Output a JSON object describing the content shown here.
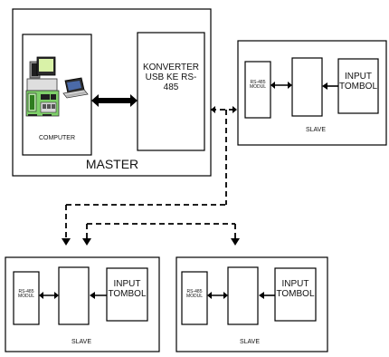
{
  "diagram": {
    "master": {
      "label": "MASTER",
      "computer_label": "COMPUTER",
      "converter_label": "KONVERTER\nUSB KE RS-\n485"
    },
    "slaves": [
      {
        "module_label": "RS-485\nMODUL",
        "input_label": "INPUT\nTOMBOL",
        "label": "SLAVE"
      },
      {
        "module_label": "RS-485\nMODUL",
        "input_label": "INPUT\nTOMBOL",
        "label": "SLAVE"
      },
      {
        "module_label": "RS-485\nMODUL",
        "input_label": "INPUT\nTOMBOL",
        "label": "SLAVE"
      }
    ]
  }
}
